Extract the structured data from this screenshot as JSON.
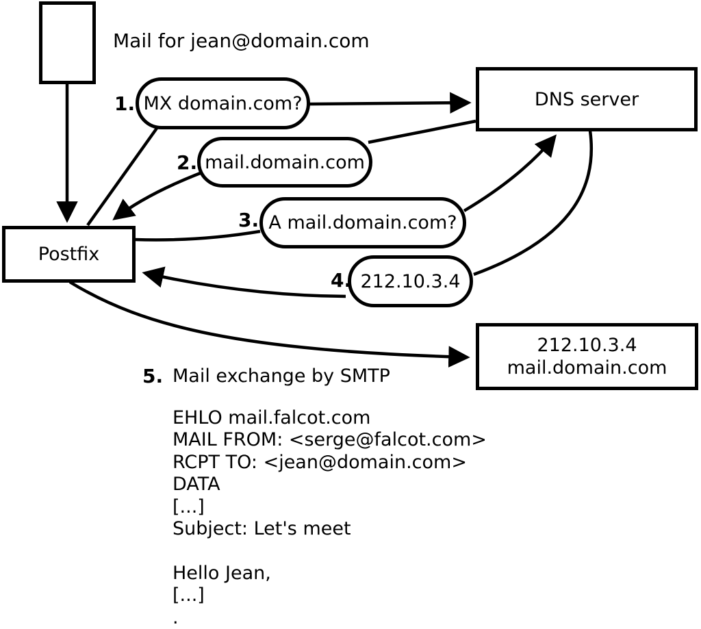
{
  "colors": {
    "ink": "#000000",
    "background": "#ffffff"
  },
  "header": {
    "mail_label": "Mail for jean@domain.com"
  },
  "nodes": {
    "postfix": {
      "label": "Postfix"
    },
    "dns_server": {
      "label": "DNS server"
    },
    "mail_server": {
      "line1": "212.10.3.4",
      "line2": "mail.domain.com"
    }
  },
  "steps": [
    {
      "num": "1.",
      "label": "MX domain.com?"
    },
    {
      "num": "2.",
      "label": "mail.domain.com"
    },
    {
      "num": "3.",
      "label": "A mail.domain.com?"
    },
    {
      "num": "4.",
      "label": "212.10.3.4"
    },
    {
      "num": "5.",
      "label": "Mail exchange by SMTP"
    }
  ],
  "smtp_session": {
    "lines": [
      "EHLO mail.falcot.com",
      "MAIL FROM: <serge@falcot.com>",
      "RCPT TO: <jean@domain.com>",
      "DATA",
      "[...]",
      "Subject: Let's meet",
      "",
      "Hello Jean,",
      "[...]",
      "."
    ]
  }
}
